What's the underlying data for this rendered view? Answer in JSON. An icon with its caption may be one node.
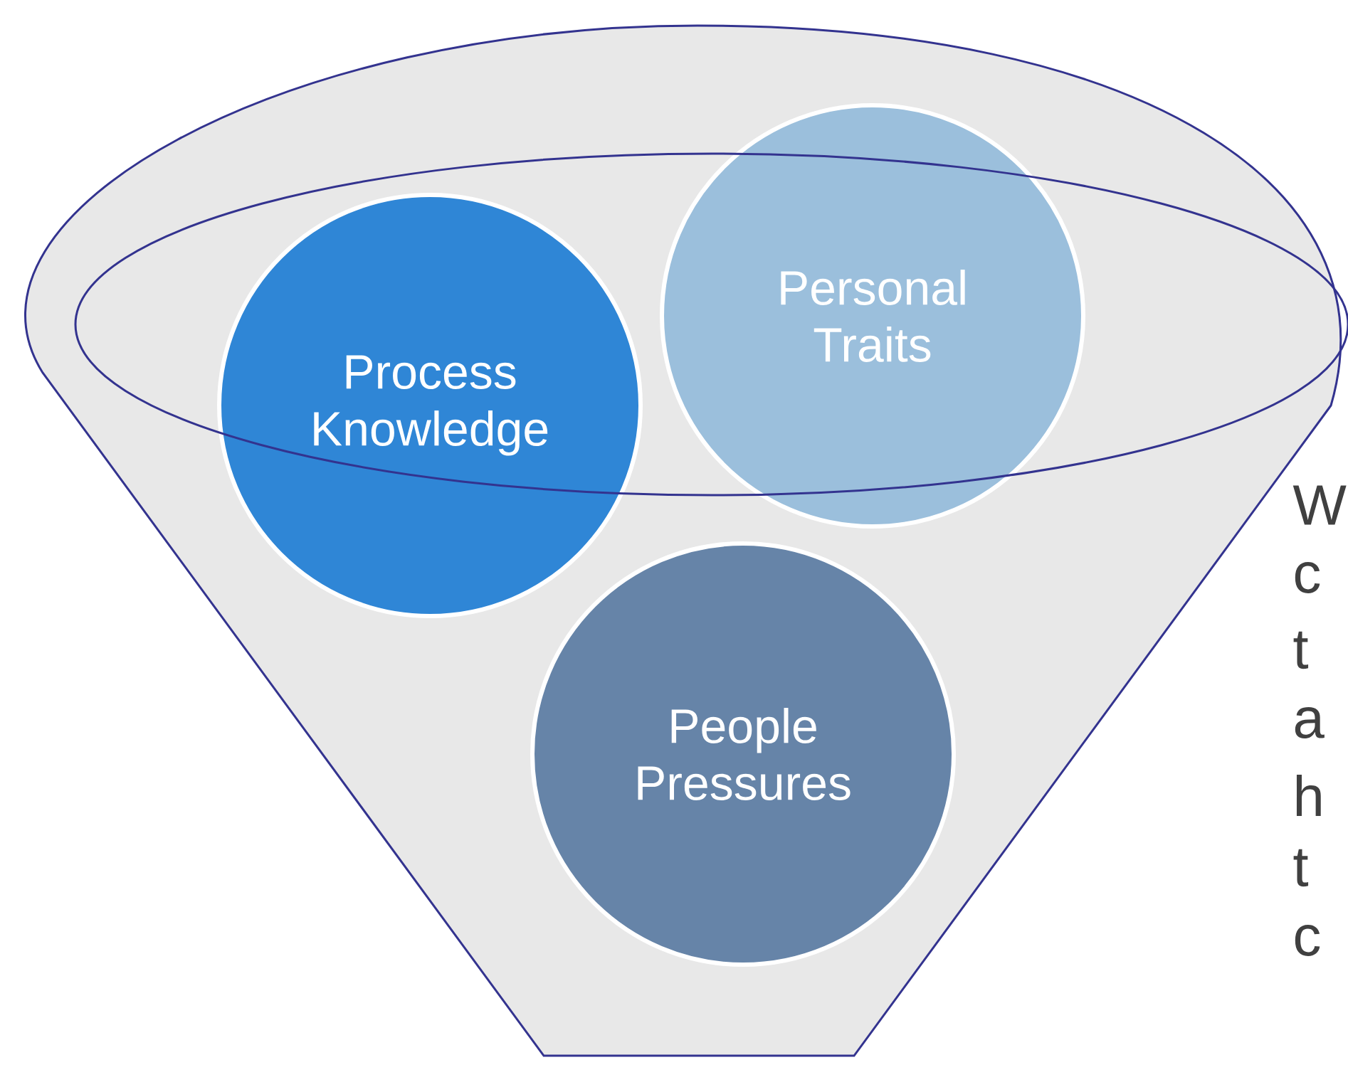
{
  "diagram": {
    "nodes": [
      {
        "text": [
          "Personal Traits"
        ]
      },
      {
        "text": [
          "Process Knowledge"
        ]
      },
      {
        "text": [
          "People Pressures"
        ]
      }
    ],
    "labels": [
      "W",
      "c",
      "t",
      "a",
      "h",
      "t",
      "c"
    ]
  }
}
